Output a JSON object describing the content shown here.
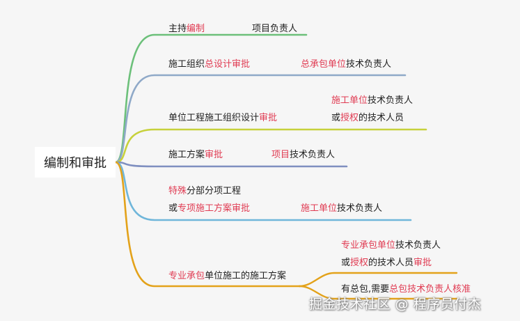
{
  "root": {
    "label": "编制和审批"
  },
  "branches": [
    {
      "color": "#6cc07a",
      "left": [
        [
          {
            "t": "主持"
          },
          {
            "t": "编制",
            "h": 1
          }
        ]
      ],
      "right": [
        [
          {
            "t": "项目负责人"
          }
        ]
      ]
    },
    {
      "color": "#8fa9c8",
      "left": [
        [
          {
            "t": "施工组织"
          },
          {
            "t": "总设计审批",
            "h": 1
          }
        ]
      ],
      "right": [
        [
          {
            "t": "总承包单位",
            "h": 1
          },
          {
            "t": "技术负责人"
          }
        ]
      ]
    },
    {
      "color": "#c7d13b",
      "left": [
        [
          {
            "t": "单位工程施工组织设计"
          },
          {
            "t": "审批",
            "h": 1
          }
        ]
      ],
      "right": [
        [
          {
            "t": "施工单位",
            "h": 1
          },
          {
            "t": "技术负责人"
          }
        ],
        [
          {
            "t": "或"
          },
          {
            "t": "授权",
            "h": 1
          },
          {
            "t": "的技术人员"
          }
        ]
      ]
    },
    {
      "color": "#7f8fc0",
      "left": [
        [
          {
            "t": "施工方案"
          },
          {
            "t": "审批",
            "h": 1
          }
        ]
      ],
      "right": [
        [
          {
            "t": "项目",
            "h": 1
          },
          {
            "t": "技术负责人"
          }
        ]
      ]
    },
    {
      "color": "#6fb6da",
      "left": [
        [
          {
            "t": "特殊",
            "h": 1
          },
          {
            "t": "分部分项工程"
          }
        ],
        [
          {
            "t": "或"
          },
          {
            "t": "专项施工方案审批",
            "h": 1
          }
        ]
      ],
      "right": [
        [
          {
            "t": "施工单位",
            "h": 1
          },
          {
            "t": "技术负责人"
          }
        ]
      ]
    },
    {
      "color": "#e3a21a",
      "left": [
        [
          {
            "t": "专业承包",
            "h": 1
          },
          {
            "t": "单位施工的施工方案"
          }
        ]
      ],
      "right": [
        [
          {
            "t": "专业承包单位",
            "h": 1
          },
          {
            "t": "技术负责人"
          }
        ],
        [
          {
            "t": "或"
          },
          {
            "t": "授权",
            "h": 1
          },
          {
            "t": "的技术人员"
          },
          {
            "t": "审批",
            "h": 1
          }
        ]
      ],
      "sub": [
        [
          {
            "t": "有总包,需要"
          },
          {
            "t": "总包技术负责人核准",
            "h": 1
          }
        ]
      ]
    }
  ],
  "watermark": "掘金技术社区 @ 程序员付杰"
}
